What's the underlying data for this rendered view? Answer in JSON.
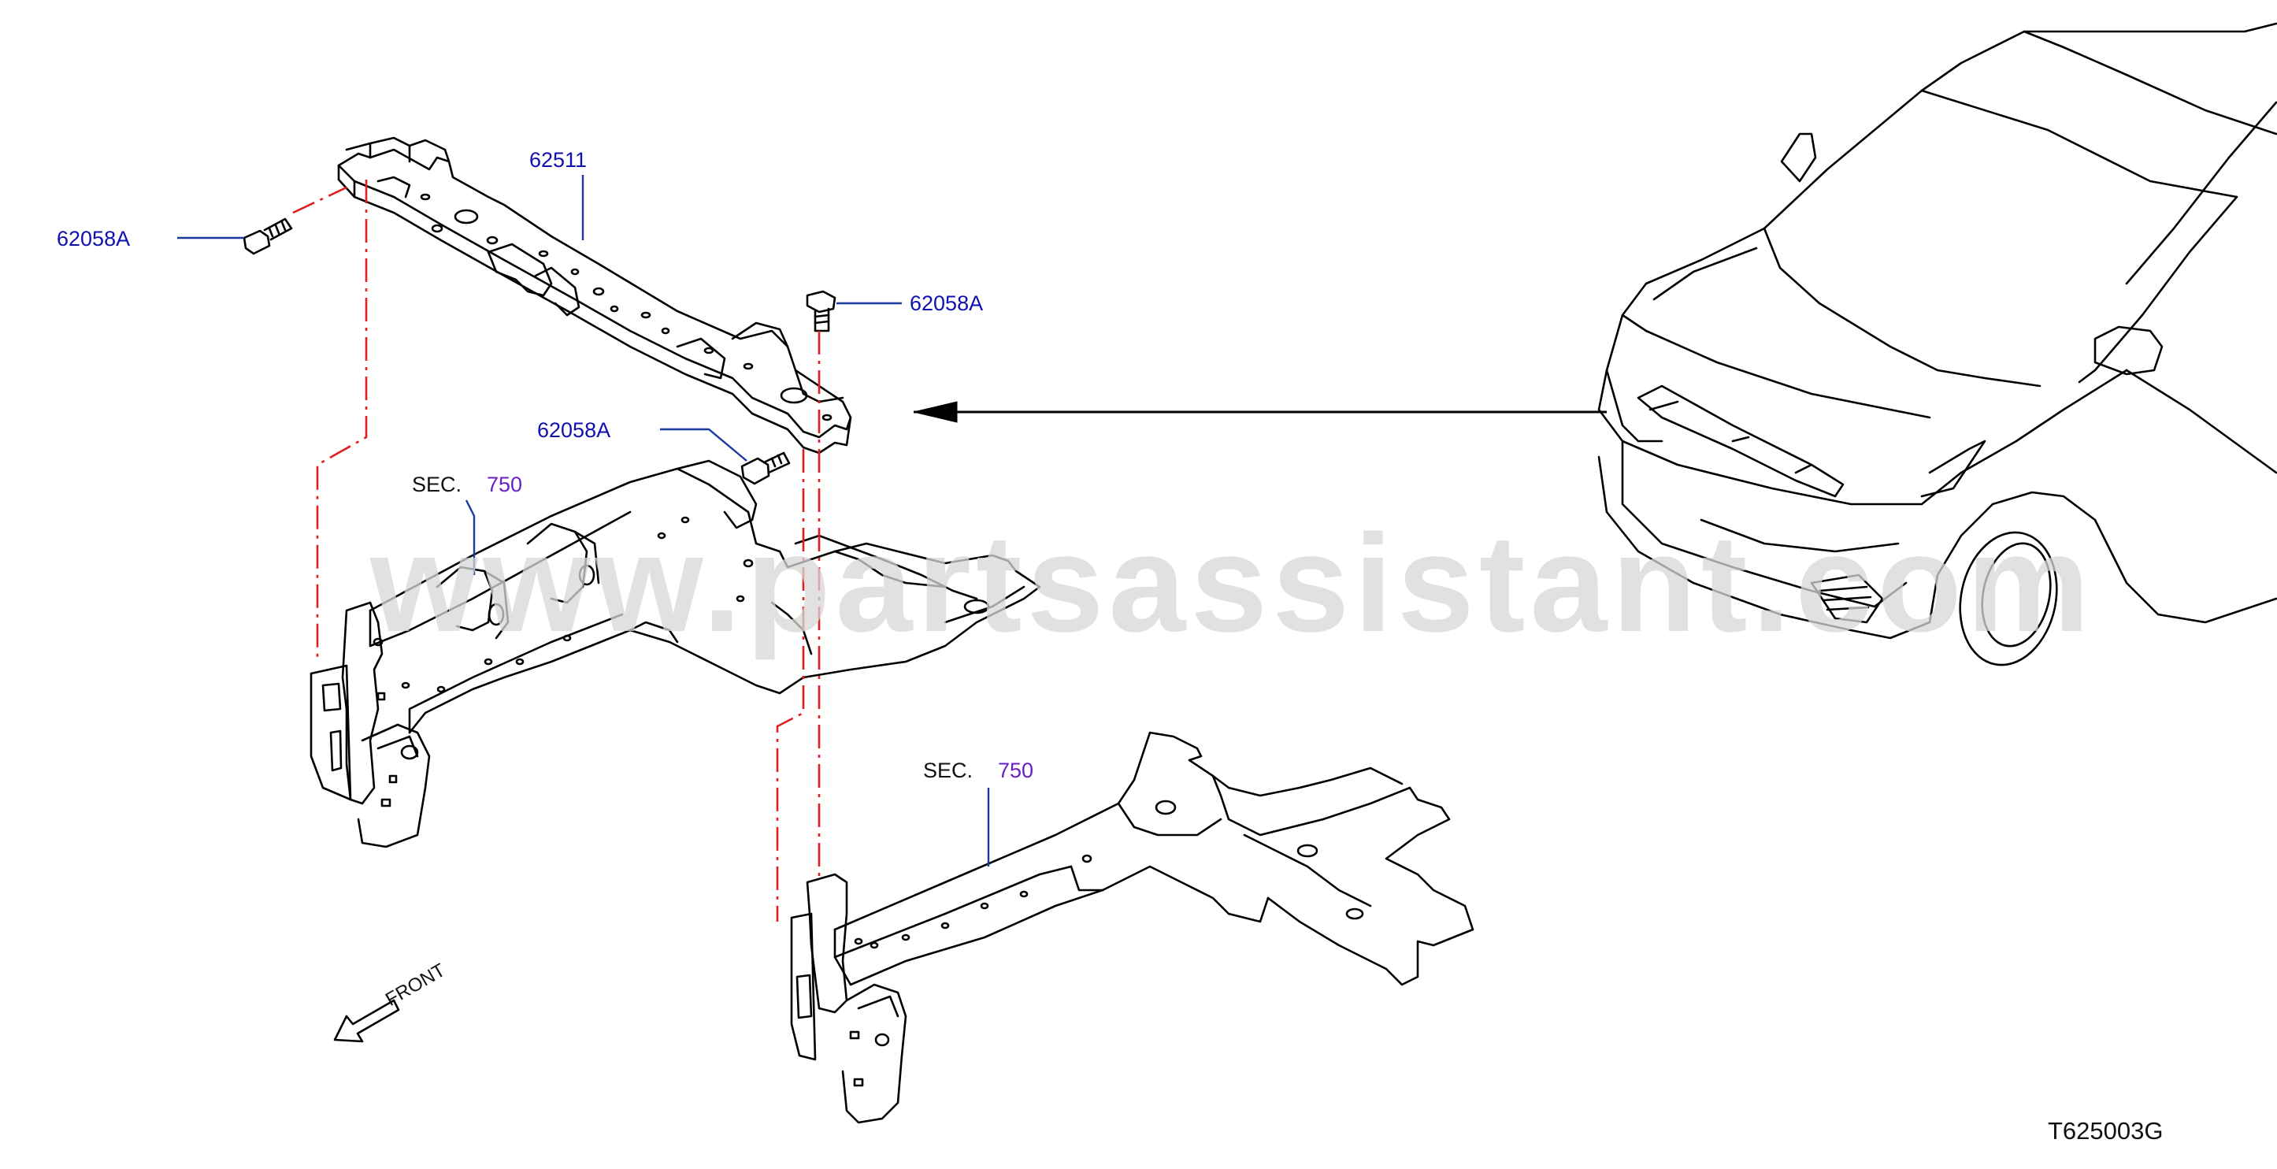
{
  "labels": {
    "bolt_top_left": "62058A",
    "member_main": "62511",
    "bolt_right": "62058A",
    "bolt_middle": "62058A",
    "sec_left_word": "SEC.",
    "sec_left_num": "750",
    "sec_right_word": "SEC.",
    "sec_right_num": "750",
    "front": "FRONT",
    "diagram_code": "T625003G"
  },
  "watermark": "www.partsassistant.com",
  "colors": {
    "part_label": "#1010b0",
    "section_ref": "#6a20c8",
    "line_art": "#000000",
    "leader": "#1a3aa0",
    "dash_dot_line": "#e02020",
    "watermark": "#d8d8d8"
  },
  "icons": [
    "front-arrow-icon"
  ]
}
